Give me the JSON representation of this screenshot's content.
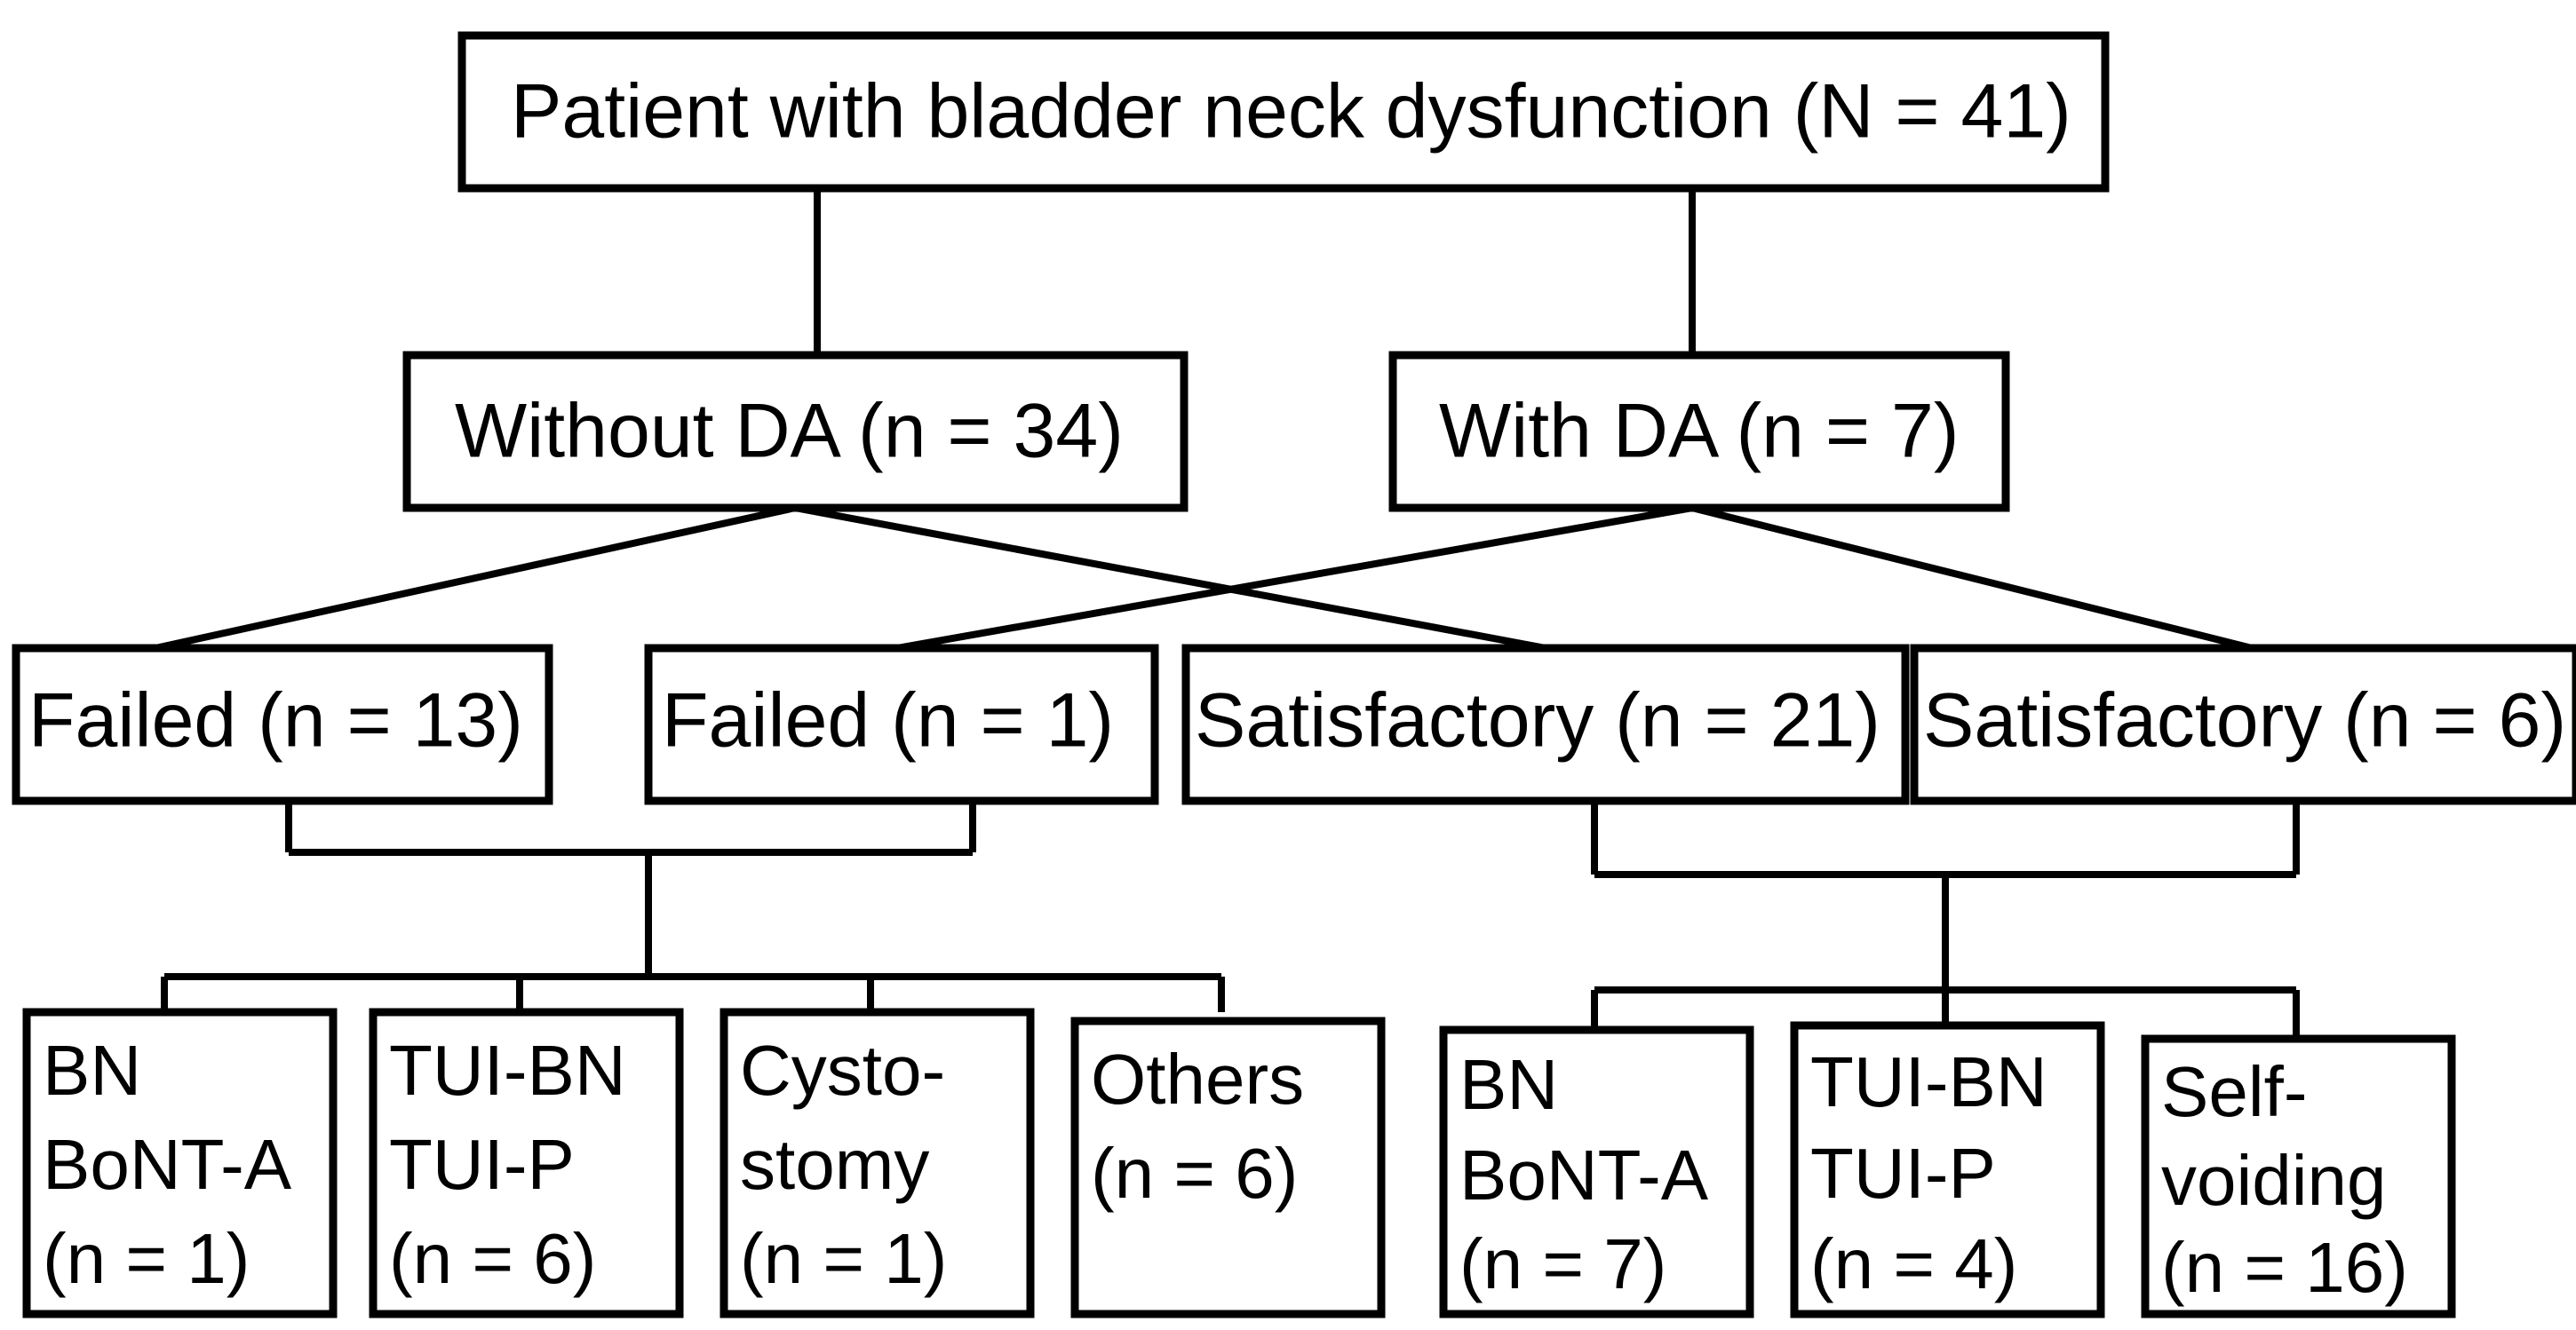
{
  "diagram": {
    "title": "Patient with bladder neck dysfunction flow diagram",
    "colors": {
      "background": "#ffffff",
      "box_fill": "#ffffff",
      "box_stroke": "#000000",
      "line": "#000000",
      "text": "#000000"
    },
    "levels": [
      {
        "level": 1,
        "nodes": [
          {
            "id": "root",
            "lines": [
              "Patient with bladder neck dysfunction (N = 41)"
            ],
            "n_label": "N = 41",
            "count": 41
          }
        ]
      },
      {
        "level": 2,
        "nodes": [
          {
            "id": "without-da",
            "lines": [
              "Without DA (n = 34)"
            ],
            "n_label": "n = 34",
            "count": 34
          },
          {
            "id": "with-da",
            "lines": [
              "With DA (n = 7)"
            ],
            "n_label": "n = 7",
            "count": 7
          }
        ]
      },
      {
        "level": 3,
        "nodes": [
          {
            "id": "failed-13",
            "lines": [
              "Failed (n = 13)"
            ],
            "n_label": "n = 13",
            "count": 13
          },
          {
            "id": "failed-1",
            "lines": [
              "Failed (n = 1)"
            ],
            "n_label": "n = 1",
            "count": 1
          },
          {
            "id": "satisfactory-21",
            "lines": [
              "Satisfactory (n = 21)"
            ],
            "n_label": "n = 21",
            "count": 21
          },
          {
            "id": "satisfactory-6",
            "lines": [
              "Satisfactory (n = 6)"
            ],
            "n_label": "n = 6",
            "count": 6
          }
        ]
      },
      {
        "level": 4,
        "nodes": [
          {
            "id": "bn-bont-a-1",
            "lines": [
              "BN",
              "BoNT-A",
              "(n = 1)"
            ],
            "n_label": "n = 1",
            "count": 1
          },
          {
            "id": "tui-bn-tui-p-6",
            "lines": [
              "TUI-BN",
              "TUI-P",
              "(n = 6)"
            ],
            "n_label": "n = 6",
            "count": 6
          },
          {
            "id": "cystostomy-1",
            "lines": [
              "Cysto-",
              "stomy",
              "(n = 1)"
            ],
            "n_label": "n = 1",
            "count": 1
          },
          {
            "id": "others-6",
            "lines": [
              "Others",
              "(n = 6)"
            ],
            "n_label": "n = 6",
            "count": 6
          },
          {
            "id": "bn-bont-a-7",
            "lines": [
              "BN",
              "BoNT-A",
              "(n = 7)"
            ],
            "n_label": "n = 7",
            "count": 7
          },
          {
            "id": "tui-bn-tui-p-4",
            "lines": [
              "TUI-BN",
              "TUI-P",
              "(n = 4)"
            ],
            "n_label": "n = 4",
            "count": 4
          },
          {
            "id": "self-voiding-16",
            "lines": [
              "Self-",
              "voiding",
              "(n = 16)"
            ],
            "n_label": "n = 16",
            "count": 16
          }
        ]
      }
    ],
    "edges": [
      {
        "from": "root",
        "to": "without-da"
      },
      {
        "from": "root",
        "to": "with-da"
      },
      {
        "from": "without-da",
        "to": "failed-13"
      },
      {
        "from": "without-da",
        "to": "satisfactory-21"
      },
      {
        "from": "with-da",
        "to": "failed-1"
      },
      {
        "from": "with-da",
        "to": "satisfactory-6"
      },
      {
        "from": "failed-13",
        "to": "failed-group-bus"
      },
      {
        "from": "failed-1",
        "to": "failed-group-bus"
      },
      {
        "from": "failed-group-bus",
        "to": "bn-bont-a-1"
      },
      {
        "from": "failed-group-bus",
        "to": "tui-bn-tui-p-6"
      },
      {
        "from": "failed-group-bus",
        "to": "cystostomy-1"
      },
      {
        "from": "failed-group-bus",
        "to": "others-6"
      },
      {
        "from": "satisfactory-21",
        "to": "satisfactory-group-bus"
      },
      {
        "from": "satisfactory-6",
        "to": "satisfactory-group-bus"
      },
      {
        "from": "satisfactory-group-bus",
        "to": "bn-bont-a-7"
      },
      {
        "from": "satisfactory-group-bus",
        "to": "tui-bn-tui-p-4"
      },
      {
        "from": "satisfactory-group-bus",
        "to": "self-voiding-16"
      }
    ]
  }
}
